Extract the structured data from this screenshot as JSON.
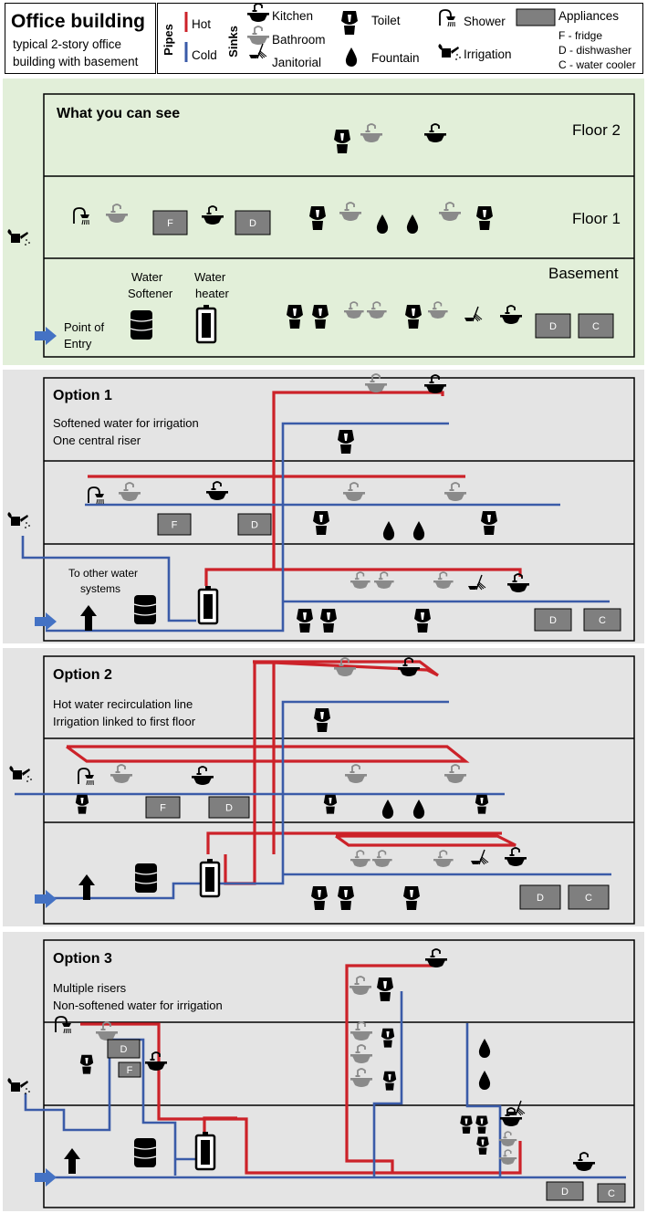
{
  "header": {
    "title": "Office building",
    "subtitle_line1": "typical 2-story office",
    "subtitle_line2": "building with basement"
  },
  "legend": {
    "pipes_label": "Pipes",
    "hot": "Hot",
    "cold": "Cold",
    "sinks_label": "Sinks",
    "kitchen": "Kitchen",
    "bathroom": "Bathroom",
    "janitorial": "Janitorial",
    "toilet": "Toilet",
    "fountain": "Fountain",
    "shower": "Shower",
    "irrigation": "Irrigation",
    "appliances": "Appliances",
    "fridge": "F - fridge",
    "dishwasher": "D - dishwasher",
    "water_cooler": "C - water cooler"
  },
  "colors": {
    "hot": "#cc2229",
    "cold": "#3a5ba8",
    "green_bg": "#e2efd9",
    "gray_bg": "#e4e4e4",
    "appliance": "#7f7f7f",
    "arrow": "#4472c4"
  },
  "panel_see": {
    "title": "What you can see",
    "floor2": "Floor 2",
    "floor1": "Floor 1",
    "basement": "Basement",
    "softener_line1": "Water",
    "softener_line2": "Softener",
    "heater_line1": "Water",
    "heater_line2": "heater",
    "entry_line1": "Point of",
    "entry_line2": "Entry"
  },
  "option1": {
    "title": "Option 1",
    "line1": "Softened water for irrigation",
    "line2": "One central riser",
    "other_line1": "To other water",
    "other_line2": "systems"
  },
  "option2": {
    "title": "Option 2",
    "line1": "Hot water recirculation line",
    "line2": "Irrigation linked to first floor"
  },
  "option3": {
    "title": "Option 3",
    "line1": "Multiple risers",
    "line2": "Non-softened water for irrigation"
  },
  "appliance_letters": {
    "fridge": "F",
    "dishwasher": "D",
    "cooler": "C"
  }
}
